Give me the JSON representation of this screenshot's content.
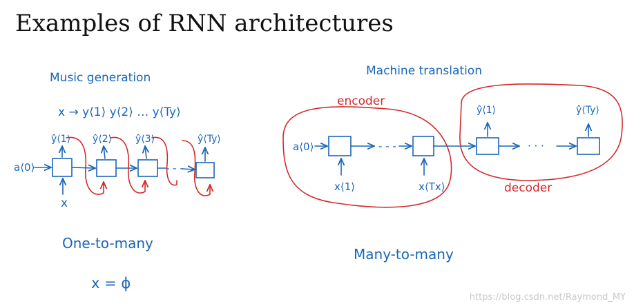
{
  "title": "Examples of RNN architectures",
  "watermark": "https://blog.csdn.net/Raymond_MY",
  "colors": {
    "ink": "#1a66b8",
    "annotation": "#d42a2a"
  },
  "left": {
    "heading": "Music generation",
    "mapping": "x → y⟨1⟩ y⟨2⟩ … y⟨Ty⟩",
    "a0": "a⟨0⟩",
    "input": "x",
    "outputs": [
      "ŷ⟨1⟩",
      "ŷ⟨2⟩",
      "ŷ⟨3⟩",
      "ŷ⟨Ty⟩"
    ],
    "dots": "- - -",
    "caption": "One-to-many",
    "note": "x = ϕ"
  },
  "right": {
    "heading": "Machine translation",
    "encoder_label": "encoder",
    "decoder_label": "decoder",
    "a0": "a⟨0⟩",
    "enc_inputs": [
      "x⟨1⟩",
      "x⟨Tx⟩"
    ],
    "dec_outputs": [
      "ŷ⟨1⟩",
      "ŷ⟨Ty⟩"
    ],
    "enc_dots": "- - -",
    "dec_dots": "· · ·",
    "caption": "Many-to-many"
  }
}
